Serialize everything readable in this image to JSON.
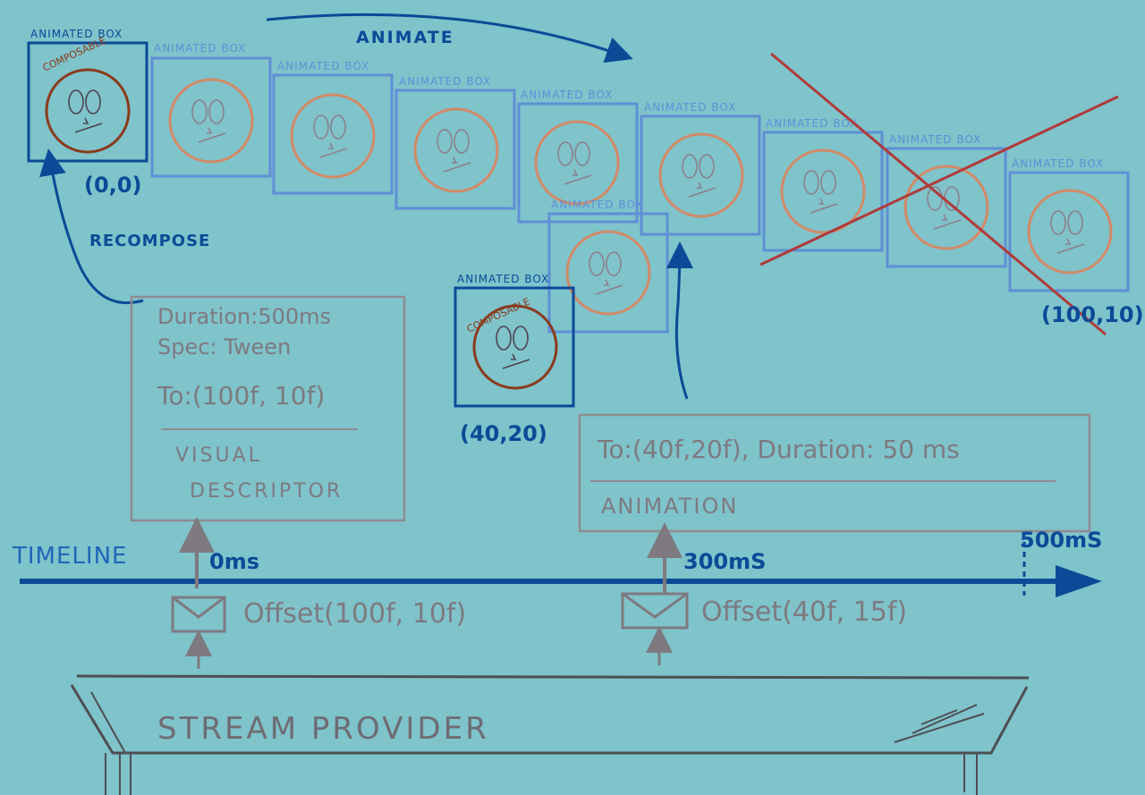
{
  "colors": {
    "background": "#7fc3cb",
    "blue_ink": "#0b4a97",
    "light_box": "#5f8fd6",
    "gray_pencil": "#7e7a80",
    "red_cross": "#b03a3a",
    "face_active": "#8a3b1c",
    "face_ghost": "#d28a67"
  },
  "labels": {
    "animated_box": "ANIMATED BOX",
    "composable": "COMPOSABLE",
    "animate": "ANIMATE",
    "recompose": "RECOMPOSE",
    "coord_start": "(0,0)",
    "coord_mid": "(40,20)",
    "coord_end": "(100,10)",
    "timeline": "TIMELINE",
    "t0": "0ms",
    "t300": "300mS",
    "t500": "500mS",
    "offset1": "Offset(100f, 10f)",
    "offset2": "Offset(40f, 15f)",
    "stream_provider": "STREAM PROVIDER"
  },
  "visual_descriptor": {
    "duration": "Duration:500ms",
    "spec": "Spec: Tween",
    "to": "To:(100f, 10f)",
    "title_line1": "VISUAL",
    "title_line2": "DESCRIPTOR"
  },
  "animation": {
    "to_duration": "To:(40f,20f), Duration: 50 ms",
    "title": "ANIMATION"
  },
  "icons": [
    "envelope-icon",
    "envelope-icon",
    "arrow-icon",
    "cross-out-icon"
  ]
}
